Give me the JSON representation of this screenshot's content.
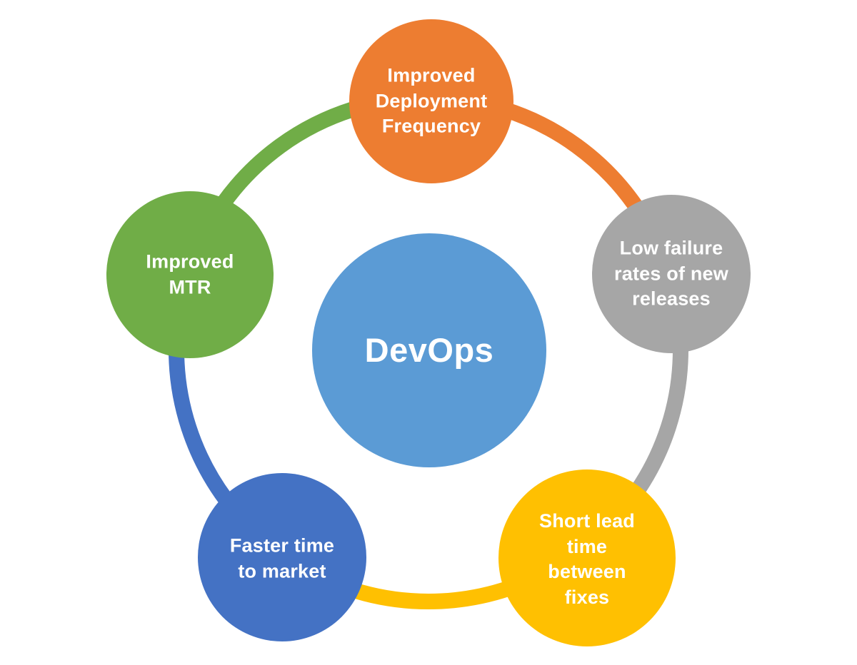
{
  "colors": {
    "orange": "#ED7D31",
    "gray": "#A6A6A6",
    "yellow": "#FFC001",
    "blue": "#4472C4",
    "green": "#70AD47",
    "center": "#5B9BD5"
  },
  "center": {
    "label": "DevOps"
  },
  "nodes": {
    "deployment": {
      "label": "Improved\nDeployment\nFrequency"
    },
    "failure": {
      "label": "Low failure\nrates of new\nreleases"
    },
    "lead": {
      "label": "Short lead\ntime\nbetween\nfixes"
    },
    "market": {
      "label": "Faster time\nto market"
    },
    "mtr": {
      "label": "Improved\nMTR"
    }
  }
}
